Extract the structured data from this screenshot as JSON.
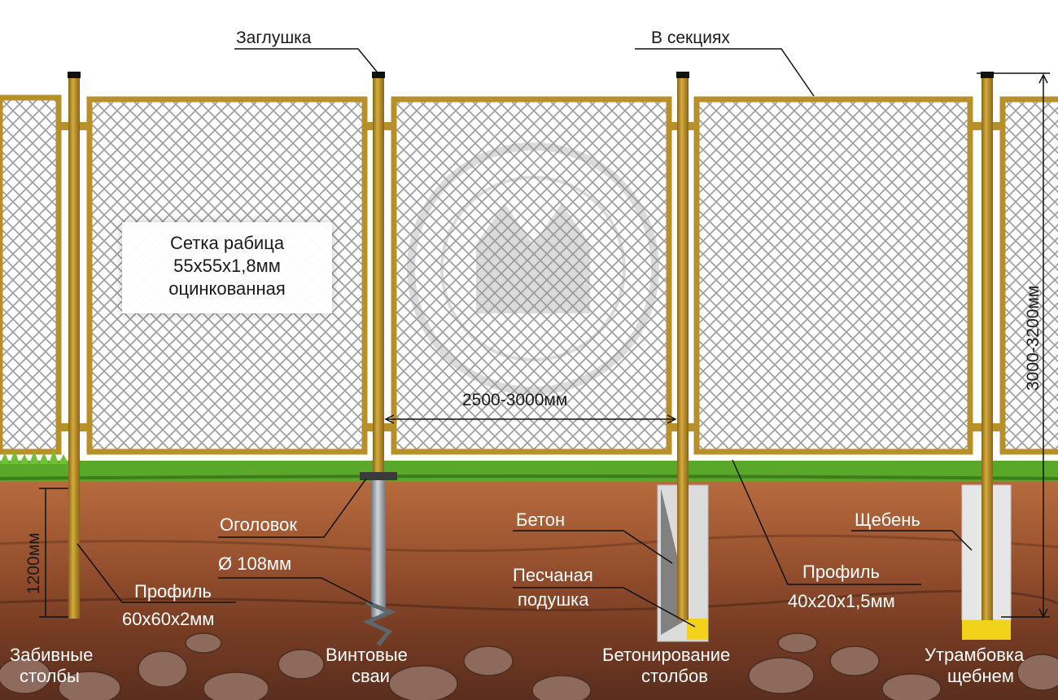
{
  "labels": {
    "plug": "Заглушка",
    "sections": "В секциях",
    "mesh_line1": "Сетка рабица",
    "mesh_line2": "55x55x1,8мм",
    "mesh_line3": "оцинкованная",
    "span": "2500-3000мм",
    "height": "3000-3200мм",
    "depth": "1200мм",
    "head": "Оголовок",
    "diameter": "Ø 108мм",
    "profile_post_1": "Профиль",
    "profile_post_2": "60x60x2мм",
    "concrete": "Бетон",
    "sand_1": "Песчаная",
    "sand_2": "подушка",
    "profile_frame_1": "Профиль",
    "profile_frame_2": "40x20x1,5мм",
    "gravel": "Щебень",
    "method1_1": "Забивные",
    "method1_2": "столбы",
    "method2_1": "Винтовые",
    "method2_2": "сваи",
    "method3_1": "Бетонирование",
    "method3_2": "столбов",
    "method4_1": "Утрамбовка",
    "method4_2": "щебнем"
  },
  "colors": {
    "frame": "#b8902a",
    "frame_dark": "#7a5a14",
    "mesh": "#9a9a9a",
    "grass": "#5aa82a",
    "soil_top": "#b0663a",
    "soil_mid": "#8a4a28",
    "soil_deep": "#5e3222",
    "concrete": "#d8d8d8",
    "gravel": "#e6e6e6",
    "sand": "#f2d21a",
    "pile": "#9aa4ac"
  }
}
